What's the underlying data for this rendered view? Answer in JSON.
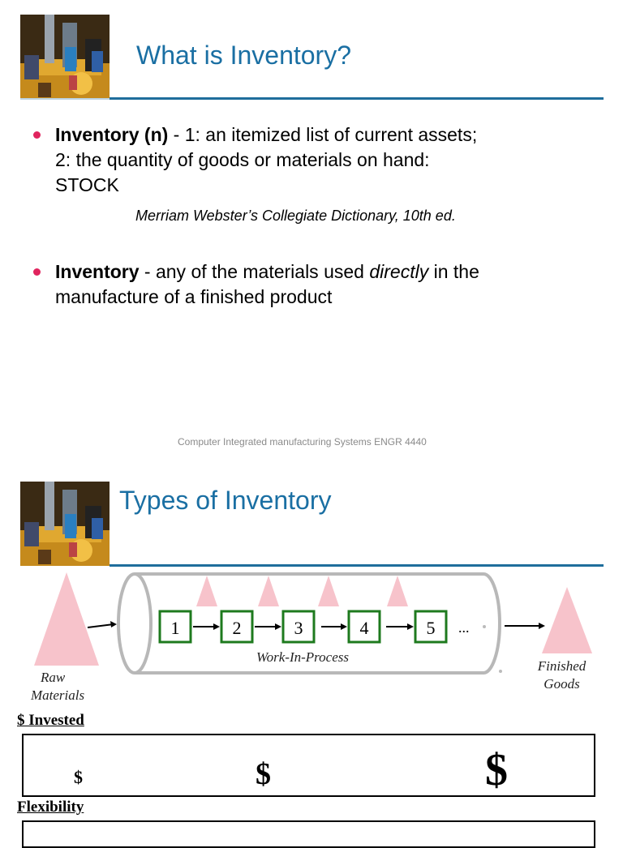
{
  "slide1": {
    "title": "What is Inventory?",
    "bullet1": {
      "term": "Inventory (n)",
      "line1_rest": " - 1: an itemized list of current assets;",
      "line2": "2: the quantity of goods or materials on hand:",
      "line3": "STOCK"
    },
    "citation": "Merriam Webster’s Collegiate Dictionary, 10th ed.",
    "bullet2": {
      "term": "Inventory",
      "part1": " - any of the materials used ",
      "emphasis": "directly",
      "part2": " in the",
      "line2": "manufacture of a finished product"
    },
    "footer": "Computer Integrated manufacturing Systems ENGR 4440"
  },
  "slide2": {
    "title": "Types of Inventory",
    "diagram": {
      "stations": [
        "1",
        "2",
        "3",
        "4",
        "5"
      ],
      "ellipsis": "...",
      "wip_label": "Work-In-Process",
      "raw_line1": "Raw",
      "raw_line2": "Materials",
      "finished_line1": "Finished",
      "finished_line2": "Goods"
    },
    "invested": {
      "heading": "$ Invested",
      "small": "$",
      "medium": "$",
      "large": "$"
    },
    "flexibility": {
      "heading": "Flexibility"
    },
    "colors": {
      "title_blue": "#1a6fa3",
      "rule_blue": "#1f6e9c",
      "bullet_pink": "#e0245e",
      "station_green": "#1e7a1e",
      "triangle_pink": "#f7c3cb"
    }
  }
}
